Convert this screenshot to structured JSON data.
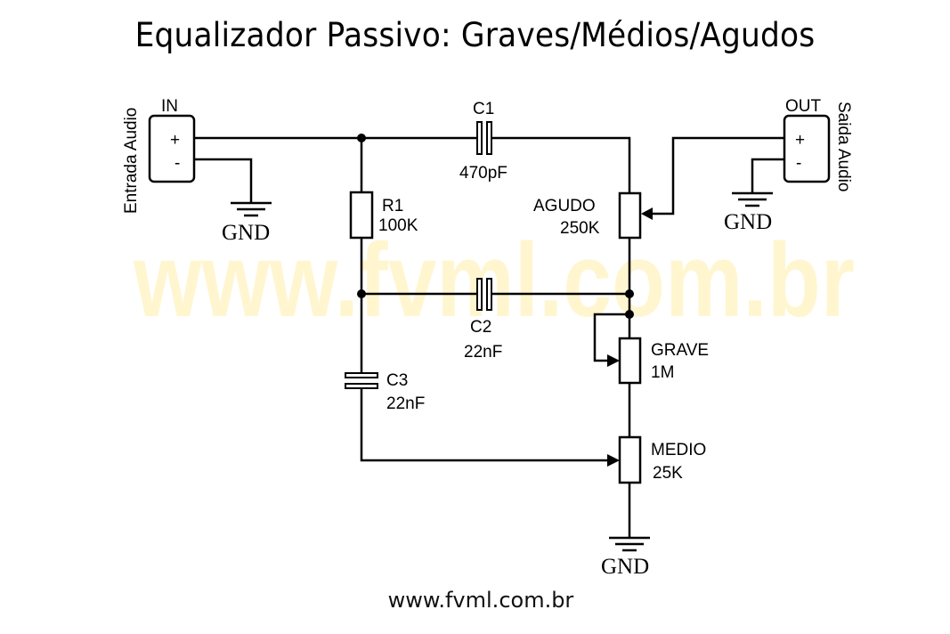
{
  "title": "Equalizador Passivo: Graves/Médios/Agudos",
  "watermark": "www.fvml.com.br",
  "footer": "www.fvml.com.br",
  "connectors": {
    "input": {
      "label": "IN",
      "side_label": "Entrada Audio",
      "pin_plus": "+",
      "pin_minus": "-"
    },
    "output": {
      "label": "OUT",
      "side_label": "Saida Audio",
      "pin_plus": "+",
      "pin_minus": "-"
    }
  },
  "components": {
    "c1": {
      "ref": "C1",
      "value": "470pF"
    },
    "c2": {
      "ref": "C2",
      "value": "22nF"
    },
    "c3": {
      "ref": "C3",
      "value": "22nF"
    },
    "r1": {
      "ref": "R1",
      "value": "100K"
    },
    "agudo": {
      "ref": "AGUDO",
      "value": "250K"
    },
    "grave": {
      "ref": "GRAVE",
      "value": "1M"
    },
    "medio": {
      "ref": "MEDIO",
      "value": "25K"
    }
  },
  "ground_label": "GND",
  "colors": {
    "ink": "#000000",
    "watermark": "#fff6d0",
    "background": "#ffffff"
  }
}
